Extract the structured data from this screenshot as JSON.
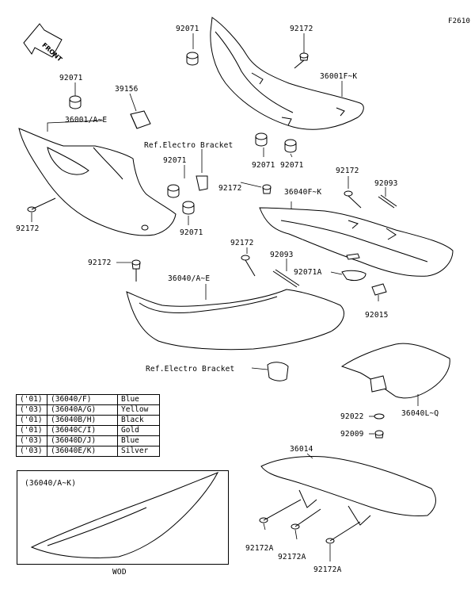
{
  "diagram": {
    "ref_code": "F2610",
    "front_indicator": "FRONT",
    "labels": {
      "p92071_top": "92071",
      "p92172_top": "92172",
      "p36001fk": "36001F~K",
      "p92071_left": "92071",
      "p39156": "39156",
      "p36001ae": "36001/A~E",
      "p92172_left": "92172",
      "ref_bracket_top": "Ref.Electro Bracket",
      "p92071_mid1": "92071",
      "p92071_mid2": "92071",
      "p92071_center1": "92071",
      "p92071_center2": "92071",
      "p92172_right": "92172",
      "p92093_right": "92093",
      "p92172_center": "92172",
      "p36040fk": "36040F~K",
      "p92172_mid": "92172",
      "p92093_mid": "92093",
      "p92071a": "92071A",
      "p92172_lower": "92172",
      "p36040ae": "36040/A~E",
      "p92015": "92015",
      "ref_bracket_bottom": "Ref.Electro Bracket",
      "p92022": "92022",
      "p36040lq": "36040L~Q",
      "p92009": "92009",
      "p36014": "36014",
      "p92172a_1": "92172A",
      "p92172a_2": "92172A",
      "p92172a_3": "92172A",
      "inset_title": "(36040/A~K)",
      "inset_caption": "WOD"
    },
    "color_table": [
      {
        "year": "('01)",
        "part": "(36040/F)",
        "color": "Blue"
      },
      {
        "year": "('03)",
        "part": "(36040A/G)",
        "color": "Yellow"
      },
      {
        "year": "('01)",
        "part": "(36040B/H)",
        "color": "Black"
      },
      {
        "year": "('01)",
        "part": "(36040C/I)",
        "color": "Gold"
      },
      {
        "year": "('03)",
        "part": "(36040D/J)",
        "color": "Blue"
      },
      {
        "year": "('03)",
        "part": "(36040E/K)",
        "color": "Silver"
      }
    ]
  }
}
